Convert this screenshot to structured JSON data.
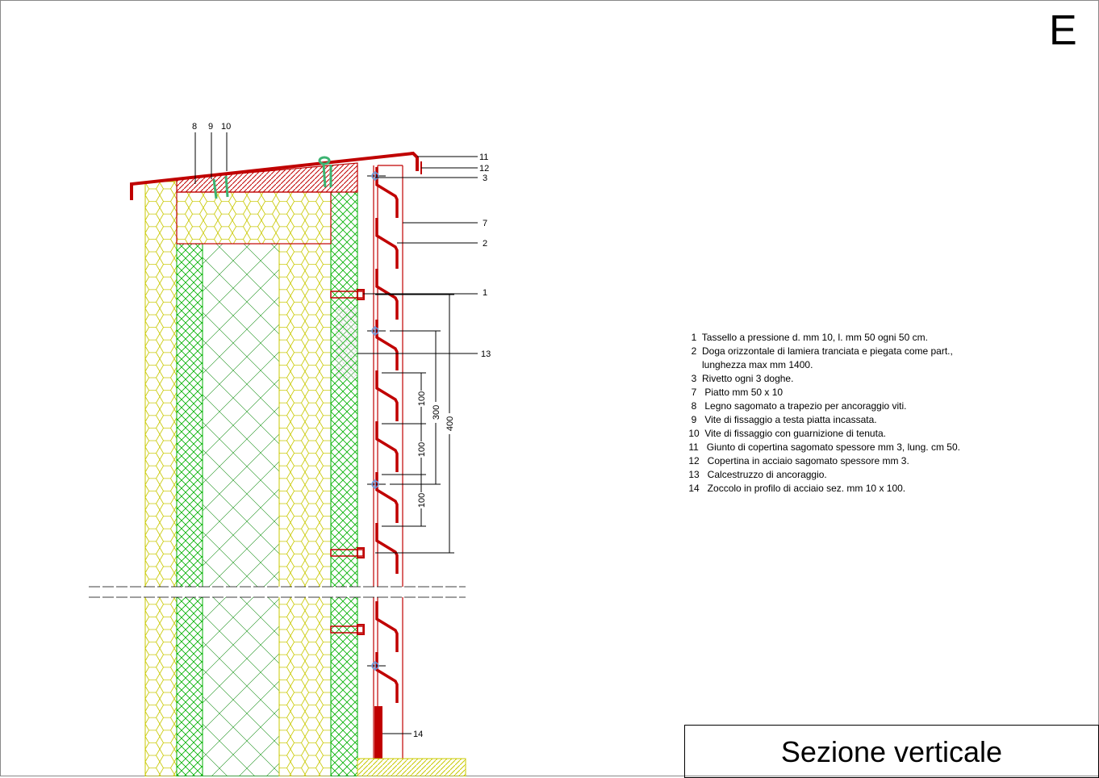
{
  "sheet_letter": "E",
  "title": "Sezione verticale",
  "callouts": {
    "c8": "8",
    "c9": "9",
    "c10": "10",
    "c11": "11",
    "c12": "12",
    "c3": "3",
    "c7": "7",
    "c2": "2",
    "c1": "1",
    "c13": "13",
    "c14": "14"
  },
  "dimensions": {
    "d100a": "100",
    "d100b": "100",
    "d100c": "100",
    "d300": "300",
    "d400": "400"
  },
  "legend": [
    "  1  Tassello a pressione d. mm 10, l. mm 50 ogni 50 cm.",
    "  2  Doga orizzontale di lamiera tranciata e piegata come part.,",
    "      lunghezza max mm 1400.",
    "  3  Rivetto ogni 3 doghe.",
    "  7   Piatto mm 50 x 10",
    "  8   Legno sagomato a trapezio per ancoraggio viti.",
    "  9   Vite di fissaggio a testa piatta incassata.",
    " 10  Vite di fissaggio con guarnizione di tenuta.",
    " 11   Giunto di copertina sagomato spessore mm 3, lung. cm 50.",
    " 12   Copertina in acciaio sagomato spessore mm 3.",
    " 13   Calcestruzzo di ancoraggio.",
    " 14   Zoccolo in profilo di acciaio sez. mm 10 x 100."
  ],
  "colors": {
    "red": "#c00000",
    "green": "#00b000",
    "yellow": "#c8c800",
    "blue": "#6fa0e0"
  }
}
